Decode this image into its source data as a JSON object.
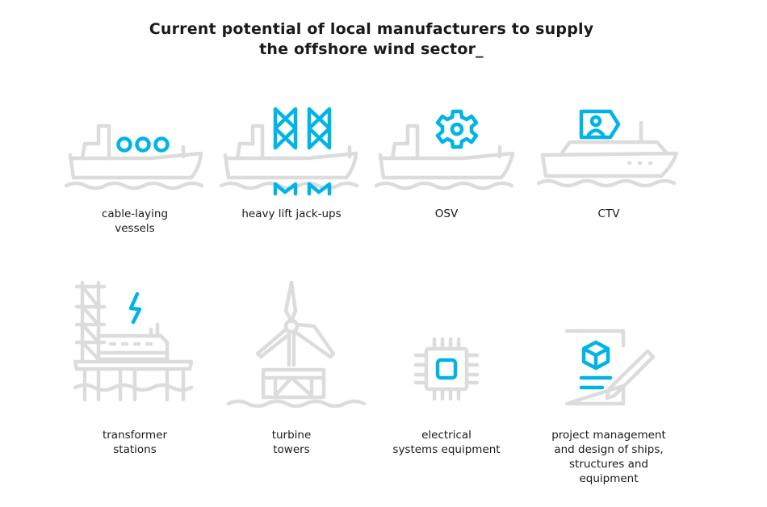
{
  "title": {
    "line1": "Current potential of local manufacturers to supply",
    "line2": "the offshore wind sector_"
  },
  "colors": {
    "accent": "#00b4e8",
    "icon_gray": "#dcdcdc",
    "text": "#1a1a1a"
  },
  "items": [
    {
      "icon": "cable-laying-vessel-icon",
      "lines": [
        "cable-laying",
        "vessels"
      ]
    },
    {
      "icon": "jack-up-vessel-icon",
      "lines": [
        "heavy lift jack-ups"
      ]
    },
    {
      "icon": "osv-gear-ship-icon",
      "lines": [
        "OSV"
      ]
    },
    {
      "icon": "ctv-boat-icon",
      "lines": [
        "CTV"
      ]
    },
    {
      "icon": "transformer-station-icon",
      "lines": [
        "transformer",
        "stations"
      ]
    },
    {
      "icon": "wind-turbine-icon",
      "lines": [
        "turbine",
        "towers"
      ]
    },
    {
      "icon": "chip-icon",
      "lines": [
        "electrical",
        "systems equipment"
      ]
    },
    {
      "icon": "project-document-icon",
      "lines": [
        "project management",
        "and design of ships,",
        "structures and",
        "equipment"
      ]
    }
  ]
}
